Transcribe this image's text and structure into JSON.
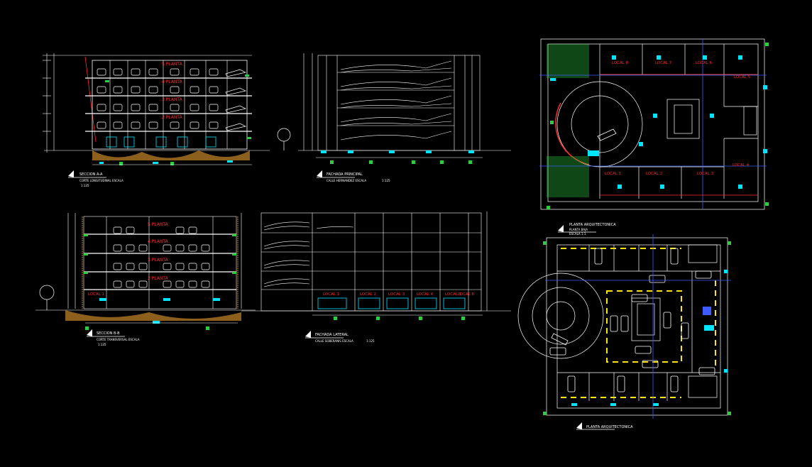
{
  "colors": {
    "background": "#000000",
    "line": "#ffffff",
    "accent_red": "#ff2a2a",
    "accent_cyan": "#00e5ff",
    "accent_green": "#2ecc40",
    "accent_yellow": "#ffe600",
    "accent_blue": "#3d5bff",
    "accent_magenta": "#b04dff",
    "soil": "#c8872a"
  },
  "sheets": {
    "longitudinal_section": {
      "title": "SECCION A-A",
      "subtitle": "CORTE LONGITUDINAL  ESCALA",
      "scale": "1:125",
      "floors": [
        "5 PLANTA",
        "4 PLANTA",
        "3 PLANTA",
        "2 PLANTA"
      ]
    },
    "main_facade": {
      "title": "FACHADA PRINCIPAL",
      "subtitle": "CALLE HERNANDEZ  ESCALA",
      "scale": "1:125"
    },
    "transversal_section": {
      "title": "SECCION B-B",
      "subtitle": "CORTE TRANSVERSAL  ESCALA",
      "scale": "1:125",
      "floors": [
        "5 PLANTA",
        "4 PLANTA",
        "3 PLANTA",
        "2 PLANTA"
      ],
      "ground_label": "LOCAL 1"
    },
    "lateral_facade": {
      "title": "FACHADA LATERAL",
      "subtitle": "CALLE SOBERANIS  ESCALA",
      "scale": "1:125",
      "locals": [
        "LOCAL 1",
        "LOCAL 2",
        "LOCAL 3",
        "LOCAL 4",
        "LOCAL 5",
        "LOCAL 6"
      ]
    },
    "ground_plan": {
      "title": "PLANTA ARQUITECTONICA",
      "subtitle": "PLANTA BAJA",
      "scale": "ESCALA    1:1",
      "locals_top": [
        "LOCAL 8",
        "LOCAL 7",
        "LOCAL 6"
      ],
      "locals_right": [
        "LOCAL 5",
        "LOCAL 4"
      ],
      "locals_bottom": [
        "LOCAL 1",
        "LOCAL 2",
        "LOCAL 3"
      ]
    },
    "upper_plan": {
      "title": "PLANTA ARQUITECTONICA"
    }
  }
}
